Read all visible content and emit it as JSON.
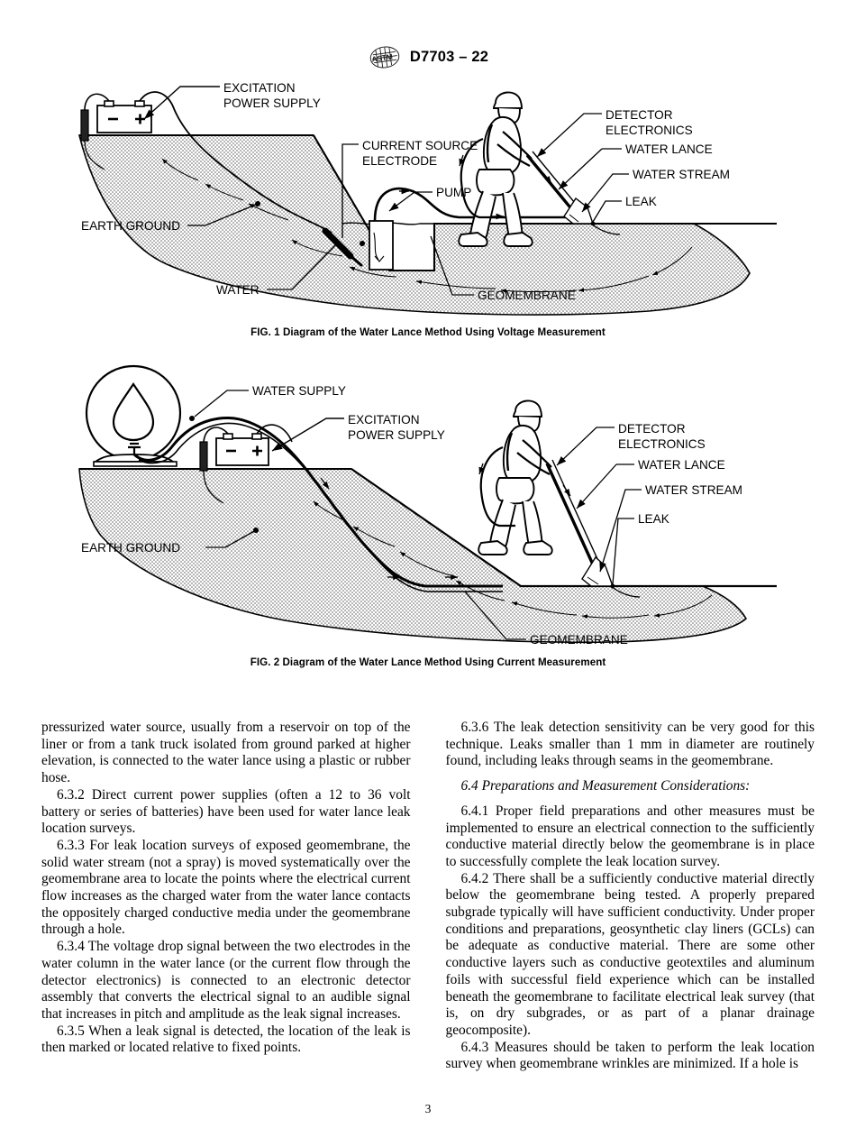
{
  "header": {
    "logo_icon": "astm-logo-icon",
    "designation": "D7703 – 22"
  },
  "figures": [
    {
      "id": "fig1",
      "caption": "FIG. 1 Diagram of the Water Lance Method Using Voltage Measurement",
      "labels": {
        "excitation_power_supply_line1": "EXCITATION",
        "excitation_power_supply_line2": "POWER SUPPLY",
        "current_source_line1": "CURRENT SOURCE",
        "current_source_line2": "ELECTRODE",
        "pump": "PUMP",
        "earth_ground": "EARTH GROUND",
        "water": "WATER",
        "geomembrane": "GEOMEMBRANE",
        "detector_line1": "DETECTOR",
        "detector_line2": "ELECTRONICS",
        "water_lance": "WATER LANCE",
        "water_stream": "WATER STREAM",
        "leak": "LEAK"
      }
    },
    {
      "id": "fig2",
      "caption": "FIG. 2 Diagram of the Water Lance Method Using Current Measurement",
      "labels": {
        "water_supply": "WATER SUPPLY",
        "excitation_power_supply_line1": "EXCITATION",
        "excitation_power_supply_line2": "POWER SUPPLY",
        "earth_ground": "EARTH GROUND",
        "geomembrane": "GEOMEMBRANE",
        "detector_line1": "DETECTOR",
        "detector_line2": "ELECTRONICS",
        "water_lance": "WATER LANCE",
        "water_stream": "WATER STREAM",
        "leak": "LEAK"
      }
    }
  ],
  "body": {
    "left_column": [
      {
        "id": "p-631-cont",
        "indent": false,
        "text": "pressurized water source, usually from a reservoir on top of the liner or from a tank truck isolated from ground parked at higher elevation, is connected to the water lance using a plastic or rubber hose."
      },
      {
        "id": "p-632",
        "indent": true,
        "text": "6.3.2  Direct current power supplies (often a 12 to 36 volt battery or series of batteries) have been used for water lance leak location surveys."
      },
      {
        "id": "p-633",
        "indent": true,
        "text": "6.3.3  For leak location surveys of exposed geomembrane, the solid water stream (not a spray) is moved systematically over the geomembrane area to locate the points where the electrical current flow increases as the charged water from the water lance contacts the oppositely charged conductive media under the geomembrane through a hole."
      },
      {
        "id": "p-634",
        "indent": true,
        "text": "6.3.4  The voltage drop signal between the two electrodes in the water column in the water lance (or the current flow through the detector electronics) is connected to an electronic detector assembly that converts the electrical signal to an audible signal that increases in pitch and amplitude as the leak signal increases."
      },
      {
        "id": "p-635",
        "indent": true,
        "text": "6.3.5  When a leak signal is detected, the location of the leak is then marked or located relative to fixed points."
      }
    ],
    "right_column": [
      {
        "id": "p-636",
        "indent": true,
        "italic": false,
        "text": "6.3.6  The leak detection sensitivity can be very good for this technique. Leaks smaller than 1 mm in diameter are routinely found, including leaks through seams in the geomembrane."
      },
      {
        "id": "p-64-head",
        "indent": true,
        "italic": true,
        "number": "6.4",
        "text": "6.4  Preparations and Measurement Considerations:"
      },
      {
        "id": "p-641",
        "indent": true,
        "italic": false,
        "text": "6.4.1  Proper field preparations and other measures must be implemented to ensure an electrical connection to the sufficiently conductive material directly below the geomembrane is in place to successfully complete the leak location survey."
      },
      {
        "id": "p-642",
        "indent": true,
        "italic": false,
        "text": "6.4.2  There shall be a sufficiently conductive material directly below the geomembrane being tested. A properly prepared subgrade typically will have sufficient conductivity. Under proper conditions and preparations, geosynthetic clay liners (GCLs) can be adequate as conductive material. There are some other conductive layers such as conductive geotextiles and aluminum foils with successful field experience which can be installed beneath the geomembrane to facilitate electrical leak survey (that is, on dry subgrades, or as part of a planar drainage geocomposite)."
      },
      {
        "id": "p-643",
        "indent": true,
        "italic": false,
        "text": "6.4.3  Measures should be taken to perform the leak location survey when geomembrane wrinkles are minimized. If a hole is"
      }
    ]
  },
  "footer": {
    "page_number": "3"
  }
}
